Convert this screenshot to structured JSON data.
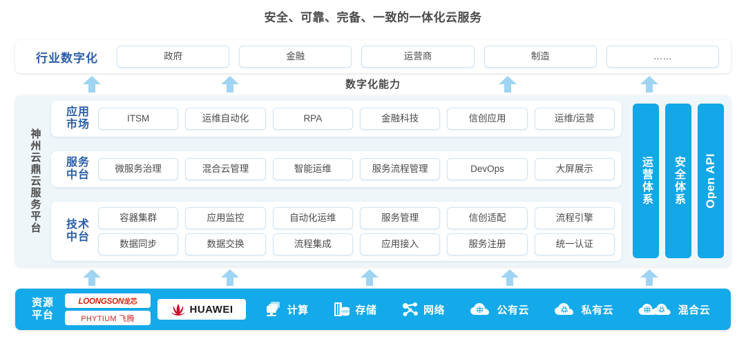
{
  "title": "安全、可靠、完备、一致的一体化云服务",
  "industry": {
    "label": "行业数字化",
    "items": [
      "政府",
      "金融",
      "运营商",
      "制造",
      "……"
    ]
  },
  "capability_label": "数字化能力",
  "platform": {
    "vertical_label": "神州云鼎云服务平台",
    "layers": [
      {
        "label_line1": "应用",
        "label_line2": "市场",
        "rows": [
          [
            "ITSM",
            "运维自动化",
            "RPA",
            "金融科技",
            "信创应用",
            "运维/运营"
          ]
        ]
      },
      {
        "label_line1": "服务",
        "label_line2": "中台",
        "rows": [
          [
            "微服务治理",
            "混合云管理",
            "智能运维",
            "服务流程管理",
            "DevOps",
            "大屏展示"
          ]
        ]
      },
      {
        "label_line1": "技术",
        "label_line2": "中台",
        "rows": [
          [
            "容器集群",
            "应用监控",
            "自动化运维",
            "服务管理",
            "信创适配",
            "流程引擎"
          ],
          [
            "数据同步",
            "数据交换",
            "流程集成",
            "应用接入",
            "服务注册",
            "统一认证"
          ]
        ]
      }
    ],
    "vertical_bars": [
      {
        "text": "运营体系",
        "lang": "cn"
      },
      {
        "text": "安全体系",
        "lang": "cn"
      },
      {
        "text": "Open API",
        "lang": "en"
      }
    ]
  },
  "resource": {
    "label_line1": "资源",
    "label_line2": "平台",
    "logos": [
      {
        "name": "loongson",
        "en": "LOONGSON",
        "cn": "龙芯"
      },
      {
        "name": "phytium",
        "en": "PHYTIUM",
        "cn": "飞腾"
      },
      {
        "name": "huawei",
        "en": "HUAWEI",
        "cn": ""
      }
    ],
    "items": [
      {
        "icon": "compute-icon",
        "label": "计算"
      },
      {
        "icon": "storage-icon",
        "label": "存储"
      },
      {
        "icon": "network-icon",
        "label": "网络"
      },
      {
        "icon": "public-cloud-icon",
        "label": "公有云"
      },
      {
        "icon": "private-cloud-icon",
        "label": "私有云"
      },
      {
        "icon": "hybrid-cloud-icon",
        "label": "混合云"
      }
    ]
  },
  "colors": {
    "accent_blue": "#14a9e8",
    "label_blue": "#2b5fa8",
    "arrow_blue": "#9fd4f2",
    "panel_bg": "#eef6fa",
    "chip_border": "#cfe4f5"
  }
}
